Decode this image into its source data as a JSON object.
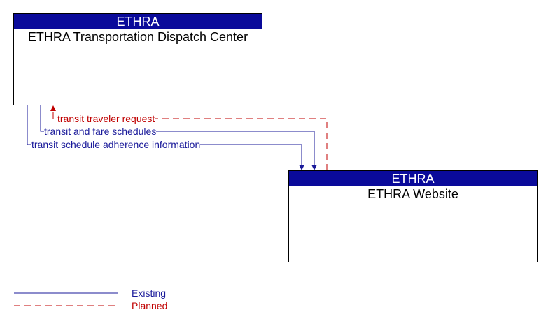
{
  "colors": {
    "header_bg": "#0a0a9a",
    "existing": "#1a1a9a",
    "planned": "#c00000"
  },
  "elements": {
    "center": {
      "header": "ETHRA",
      "name": "ETHRA Transportation Dispatch Center"
    },
    "website": {
      "header": "ETHRA",
      "name": "ETHRA Website"
    }
  },
  "flows": [
    {
      "label": "transit traveler request",
      "status": "planned",
      "from": "website",
      "to": "center"
    },
    {
      "label": "transit and fare schedules",
      "status": "existing",
      "from": "center",
      "to": "website"
    },
    {
      "label": "transit schedule adherence information",
      "status": "existing",
      "from": "center",
      "to": "website"
    }
  ],
  "legend": {
    "existing": "Existing",
    "planned": "Planned"
  }
}
